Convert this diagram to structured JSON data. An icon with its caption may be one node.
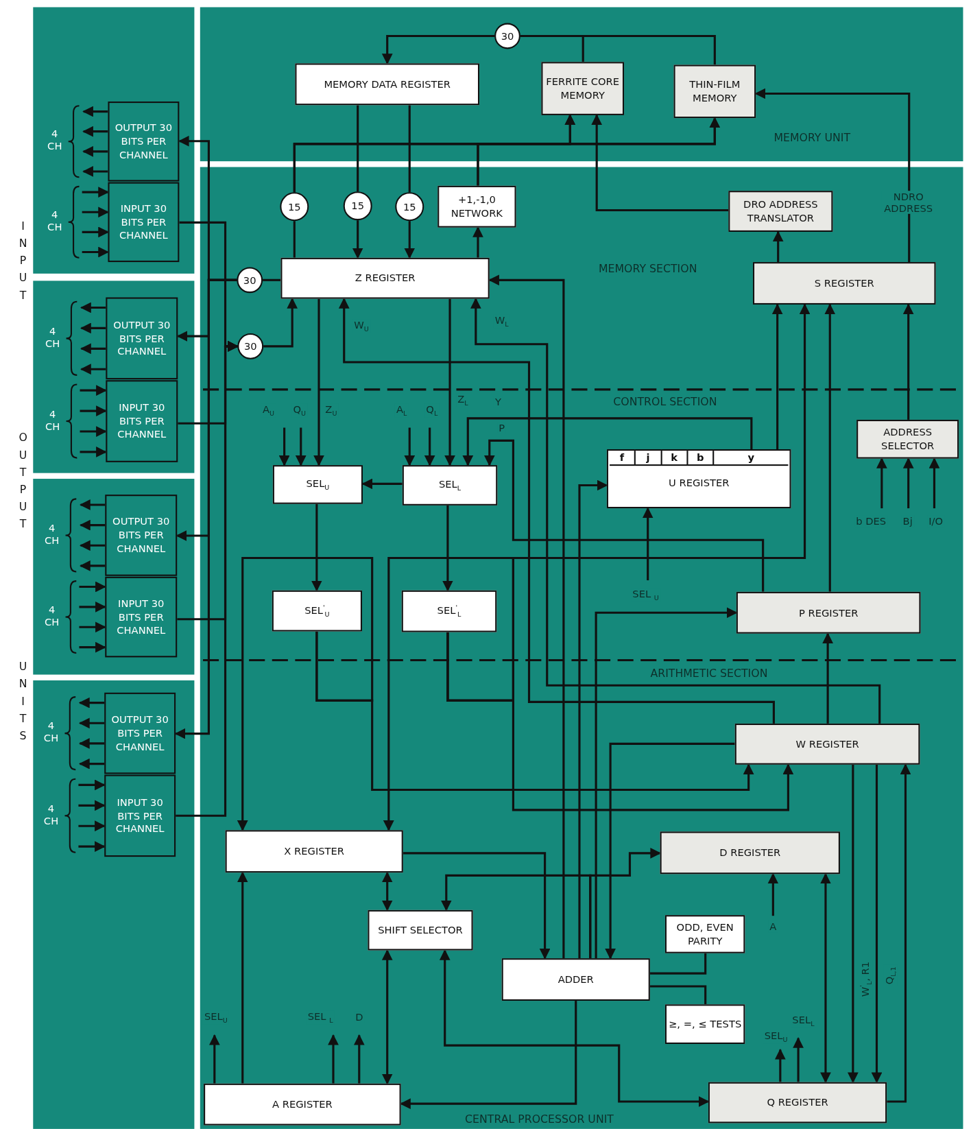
{
  "diagram": {
    "nodes": [
      {
        "text": [
          "MEMORY UNIT"
        ]
      },
      {
        "text": [
          "MEMORY DATA REGISTER"
        ],
        "in": 0
      },
      {
        "text": [
          "FERRITE CORE MEMORY"
        ],
        "in": 0
      },
      {
        "text": [
          "THIN-FILM MEMORY"
        ],
        "in": 0
      },
      {
        "text": [
          "30"
        ],
        "in": 0
      },
      {
        "text": [
          "CENTRAL PROCESSOR UNIT"
        ]
      },
      {
        "text": [
          "15"
        ],
        "in": 5
      },
      {
        "text": [
          "15"
        ],
        "in": 5
      },
      {
        "text": [
          "15"
        ],
        "in": 5
      },
      {
        "text": [
          "+1,-1,0 NETWORK"
        ],
        "in": 5
      },
      {
        "text": [
          "DRO ADDRESS TRANSLATOR"
        ],
        "in": 5
      },
      {
        "text": [
          "Z REGISTER"
        ],
        "in": 5
      },
      {
        "text": [
          "S REGISTER"
        ],
        "in": 5
      },
      {
        "text": [
          "30"
        ],
        "in": 5
      },
      {
        "text": [
          "30"
        ],
        "in": 5
      },
      {
        "text": [
          "SEL$_{U}$"
        ],
        "in": 5
      },
      {
        "text": [
          "SEL$_{L}$"
        ],
        "in": 5
      },
      {
        "text": [
          "f",
          "j",
          "k",
          "b",
          "y",
          "U REGISTER"
        ],
        "in": 5
      },
      {
        "text": [
          "ADDRESS SELECTOR"
        ],
        "in": 5
      },
      {
        "text": [
          "SEL$^{'}$$_{U}$"
        ],
        "in": 5
      },
      {
        "text": [
          "SEL$^{'}$$_{L}$"
        ],
        "in": 5
      },
      {
        "text": [
          "P REGISTER"
        ],
        "in": 5
      },
      {
        "text": [
          "W REGISTER"
        ],
        "in": 5
      },
      {
        "text": [
          "X REGISTER"
        ],
        "in": 5
      },
      {
        "text": [
          "D REGISTER"
        ],
        "in": 5
      },
      {
        "text": [
          "SHIFT SELECTOR"
        ],
        "in": 5
      },
      {
        "text": [
          "ODD, EVEN PARITY"
        ],
        "in": 5
      },
      {
        "text": [
          "ADDER"
        ],
        "in": 5
      },
      {
        "text": [
          "≥, =, ≤ TESTS"
        ],
        "in": 5
      },
      {
        "text": [
          "A REGISTER"
        ],
        "in": 5
      },
      {
        "text": [
          "Q REGISTER"
        ],
        "in": 5
      },
      {
        "text": [
          "OUTPUT 30 BITS PER CHANNEL"
        ]
      },
      {
        "text": [
          "INPUT 30 BITS PER CHANNEL"
        ]
      },
      {
        "text": [
          "OUTPUT 30 BITS PER CHANNEL"
        ]
      },
      {
        "text": [
          "INPUT 30 BITS PER CHANNEL"
        ]
      },
      {
        "text": [
          "OUTPUT 30 BITS PER CHANNEL"
        ]
      },
      {
        "text": [
          "INPUT 30 BITS PER CHANNEL"
        ]
      },
      {
        "text": [
          "OUTPUT 30 BITS PER CHANNEL"
        ]
      },
      {
        "text": [
          "INPUT 30 BITS PER CHANNEL"
        ]
      }
    ],
    "edges": [
      {
        "from": 4,
        "to": 1,
        "arrow": "to"
      },
      {
        "from": 2,
        "to": 4,
        "arrow": "none"
      },
      {
        "from": 3,
        "to": 4,
        "arrow": "none"
      },
      {
        "from": 1,
        "to": 7,
        "arrow": "none"
      },
      {
        "from": 7,
        "to": 11,
        "arrow": "to"
      },
      {
        "from": 1,
        "to": 8,
        "arrow": "none"
      },
      {
        "from": 8,
        "to": 11,
        "arrow": "to"
      },
      {
        "from": 11,
        "to": 6,
        "arrow": "none"
      },
      {
        "from": 6,
        "to": 2,
        "arrow": "to"
      },
      {
        "from": 6,
        "to": 3,
        "arrow": "to"
      },
      {
        "from": 11,
        "to": 9,
        "arrow": "to"
      },
      {
        "from": 9,
        "to": 2,
        "arrow": "to"
      },
      {
        "from": 9,
        "to": 3,
        "arrow": "to"
      },
      {
        "from": 12,
        "to": 10,
        "arrow": "to"
      },
      {
        "from": 10,
        "to": 2,
        "arrow": "to"
      },
      {
        "from": 12,
        "to": 3,
        "arrow": "to",
        "label": "NDRO ADDRESS"
      },
      {
        "from": 11,
        "to": 13,
        "arrow": "none"
      },
      {
        "from": 13,
        "to": 31,
        "arrow": "to"
      },
      {
        "from": 13,
        "to": 33,
        "arrow": "to"
      },
      {
        "from": 13,
        "to": 35,
        "arrow": "to"
      },
      {
        "from": 13,
        "to": 37,
        "arrow": "to"
      },
      {
        "from": 32,
        "to": 14,
        "arrow": "to"
      },
      {
        "from": 34,
        "to": 14,
        "arrow": "to"
      },
      {
        "from": 36,
        "to": 14,
        "arrow": "to"
      },
      {
        "from": 38,
        "to": 14,
        "arrow": "to"
      },
      {
        "from": 14,
        "to": 11,
        "arrow": "to"
      },
      {
        "from": null,
        "to": 15,
        "arrow": "to",
        "label": "A$_{U}$"
      },
      {
        "from": null,
        "to": 15,
        "arrow": "to",
        "label": "Q$_{U}$"
      },
      {
        "from": 11,
        "to": 15,
        "arrow": "to",
        "label": "Z$_{U}$"
      },
      {
        "from": null,
        "to": 16,
        "arrow": "to",
        "label": "A$_{L}$"
      },
      {
        "from": null,
        "to": 16,
        "arrow": "to",
        "label": "Q$_{L}$"
      },
      {
        "from": 11,
        "to": 16,
        "arrow": "to",
        "label": "Z$_{L}$"
      },
      {
        "from": 17,
        "to": 16,
        "arrow": "to",
        "label": "Y"
      },
      {
        "from": 21,
        "to": 16,
        "arrow": "to",
        "label": "P"
      },
      {
        "from": 16,
        "to": 15,
        "arrow": "to"
      },
      {
        "from": 15,
        "to": 19,
        "arrow": "to"
      },
      {
        "from": 16,
        "to": 20,
        "arrow": "to"
      },
      {
        "from": 19,
        "to": 23,
        "arrow": "to"
      },
      {
        "from": 19,
        "to": 22,
        "arrow": "to"
      },
      {
        "from": 20,
        "to": 22,
        "arrow": "to"
      },
      {
        "from": 27,
        "to": 17,
        "arrow": "to"
      },
      {
        "from": null,
        "to": 17,
        "arrow": "to",
        "label": "SEL $_{U}$"
      },
      {
        "from": 17,
        "to": 12,
        "arrow": "to"
      },
      {
        "from": 21,
        "to": 12,
        "arrow": "to"
      },
      {
        "from": 18,
        "to": 12,
        "arrow": "to"
      },
      {
        "from": null,
        "to": 18,
        "arrow": "to",
        "label": "b DES"
      },
      {
        "from": null,
        "to": 18,
        "arrow": "to",
        "label": "Bj"
      },
      {
        "from": null,
        "to": 18,
        "arrow": "to",
        "label": "I/O"
      },
      {
        "from": 27,
        "to": 21,
        "arrow": "to"
      },
      {
        "from": 22,
        "to": 21,
        "arrow": "to"
      },
      {
        "from": 27,
        "to": 11,
        "arrow": "to"
      },
      {
        "from": 22,
        "to": 11,
        "arrow": "to",
        "label": "W$_{U}$"
      },
      {
        "from": 22,
        "to": 11,
        "arrow": "to",
        "label": "W$_{L}$"
      },
      {
        "from": 22,
        "to": 27,
        "arrow": "to"
      },
      {
        "from": 23,
        "to": 27,
        "arrow": "to"
      },
      {
        "from": 23,
        "to": 25,
        "arrow": "both"
      },
      {
        "from": 27,
        "to": 24,
        "arrow": "to"
      },
      {
        "from": 27,
        "to": 25,
        "arrow": "to"
      },
      {
        "from": 25,
        "to": 29,
        "arrow": "both"
      },
      {
        "from": 29,
        "to": 23,
        "arrow": "to"
      },
      {
        "from": 27,
        "to": 29,
        "arrow": "to"
      },
      {
        "from": 25,
        "to": 30,
        "arrow": "both"
      },
      {
        "from": 27,
        "to": 26,
        "arrow": "none"
      },
      {
        "from": 27,
        "to": 28,
        "arrow": "none"
      },
      {
        "from": null,
        "to": 24,
        "arrow": "to",
        "label": "A"
      },
      {
        "from": 29,
        "to": null,
        "arrow": "to",
        "label": "SEL$_{U}$"
      },
      {
        "from": 29,
        "to": null,
        "arrow": "to",
        "label": "SEL $_{L}$"
      },
      {
        "from": 29,
        "to": null,
        "arrow": "to",
        "label": "D"
      },
      {
        "from": 30,
        "to": null,
        "arrow": "to",
        "label": "SEL$_{U}$"
      },
      {
        "from": 30,
        "to": null,
        "arrow": "to",
        "label": "SEL$_{L}$"
      },
      {
        "from": 24,
        "to": 30,
        "arrow": "both"
      },
      {
        "from": 22,
        "to": 30,
        "arrow": "to",
        "label": "W$^{'}$$_{L}$, R1"
      },
      {
        "from": 22,
        "to": 30,
        "arrow": "to",
        "label": "Q$_{L,1}$"
      },
      {
        "from": 30,
        "to": 22,
        "arrow": "to"
      },
      {
        "from": 20,
        "to": 23,
        "arrow": "to"
      },
      {
        "from": 20,
        "to": 12,
        "arrow": "to"
      },
      {
        "from": 31,
        "to": null,
        "arrow": "to"
      },
      {
        "from": 31,
        "to": null,
        "arrow": "to"
      },
      {
        "from": 31,
        "to": null,
        "arrow": "to"
      },
      {
        "from": 31,
        "to": null,
        "arrow": "to"
      },
      {
        "from": null,
        "to": 32,
        "arrow": "to"
      },
      {
        "from": null,
        "to": 32,
        "arrow": "to"
      },
      {
        "from": null,
        "to": 32,
        "arrow": "to"
      },
      {
        "from": null,
        "to": 32,
        "arrow": "to"
      },
      {
        "from": 33,
        "to": null,
        "arrow": "to"
      },
      {
        "from": 33,
        "to": null,
        "arrow": "to"
      },
      {
        "from": 33,
        "to": null,
        "arrow": "to"
      },
      {
        "from": 33,
        "to": null,
        "arrow": "to"
      },
      {
        "from": null,
        "to": 34,
        "arrow": "to"
      },
      {
        "from": null,
        "to": 34,
        "arrow": "to"
      },
      {
        "from": null,
        "to": 34,
        "arrow": "to"
      },
      {
        "from": null,
        "to": 34,
        "arrow": "to"
      },
      {
        "from": 35,
        "to": null,
        "arrow": "to"
      },
      {
        "from": 35,
        "to": null,
        "arrow": "to"
      },
      {
        "from": 35,
        "to": null,
        "arrow": "to"
      },
      {
        "from": 35,
        "to": null,
        "arrow": "to"
      },
      {
        "from": null,
        "to": 36,
        "arrow": "to"
      },
      {
        "from": null,
        "to": 36,
        "arrow": "to"
      },
      {
        "from": null,
        "to": 36,
        "arrow": "to"
      },
      {
        "from": null,
        "to": 36,
        "arrow": "to"
      },
      {
        "from": 37,
        "to": null,
        "arrow": "to"
      },
      {
        "from": 37,
        "to": null,
        "arrow": "to"
      },
      {
        "from": 37,
        "to": null,
        "arrow": "to"
      },
      {
        "from": 37,
        "to": null,
        "arrow": "to"
      },
      {
        "from": null,
        "to": 38,
        "arrow": "to"
      },
      {
        "from": null,
        "to": 38,
        "arrow": "to"
      },
      {
        "from": null,
        "to": 38,
        "arrow": "to"
      },
      {
        "from": null,
        "to": 38,
        "arrow": "to"
      }
    ],
    "labels": [
      "MEMORY SECTION",
      "CONTROL SECTION",
      "ARITHMETIC SECTION",
      "INPUT OUTPUT UNITS",
      "4 CH",
      "4 CH",
      "4 CH",
      "4 CH",
      "4 CH",
      "4 CH",
      "4 CH",
      "4 CH"
    ]
  }
}
